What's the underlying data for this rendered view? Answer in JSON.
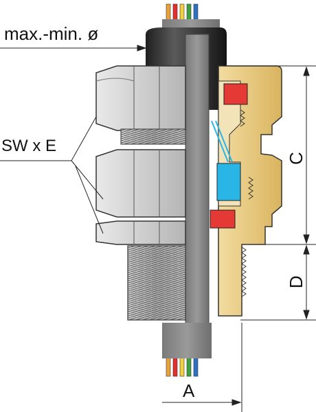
{
  "labels": {
    "diameter": "max.-min. ø",
    "wrench": "SW x E",
    "dim_c": "C",
    "dim_d": "D",
    "dim_a": "A"
  },
  "wire_colors": [
    "#e8a23a",
    "#e03030",
    "#f0d040",
    "#40a040",
    "#3070c0"
  ],
  "colors": {
    "hex_nut": "#c8c8c8",
    "brass": "#e2c27a",
    "cable": "#8a8a8a",
    "seal_red": "#e53935",
    "seal_blue": "#29b6e6"
  }
}
